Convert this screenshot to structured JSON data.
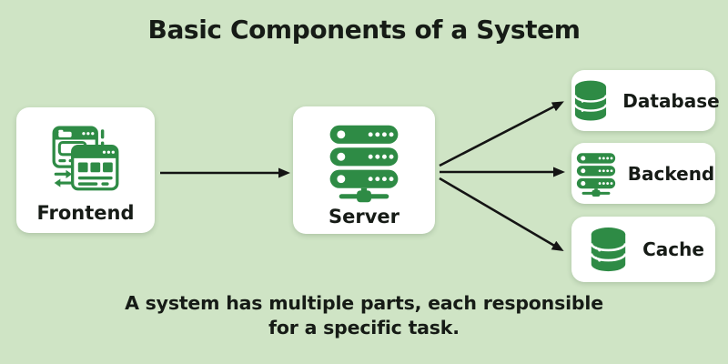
{
  "title": "Basic Components of a System",
  "caption": {
    "line1": "A system has multiple parts, each responsible",
    "line2": "for a specific task."
  },
  "nodes": {
    "frontend": {
      "label": "Frontend",
      "icon": "browser-windows-icon"
    },
    "server": {
      "label": "Server",
      "icon": "server-rack-icon"
    },
    "database": {
      "label": "Database",
      "icon": "database-cylinder-icon"
    },
    "backend": {
      "label": "Backend",
      "icon": "server-rack-icon"
    },
    "cache": {
      "label": "Cache",
      "icon": "database-cylinder-icon"
    }
  },
  "edges": [
    {
      "from": "Frontend",
      "to": "Server"
    },
    {
      "from": "Server",
      "to": "Database"
    },
    {
      "from": "Server",
      "to": "Backend"
    },
    {
      "from": "Server",
      "to": "Cache"
    }
  ],
  "colors": {
    "background": "#cfe4c5",
    "card": "#ffffff",
    "icon_green": "#2e8b45",
    "text": "#161b16",
    "arrow": "#141414"
  }
}
